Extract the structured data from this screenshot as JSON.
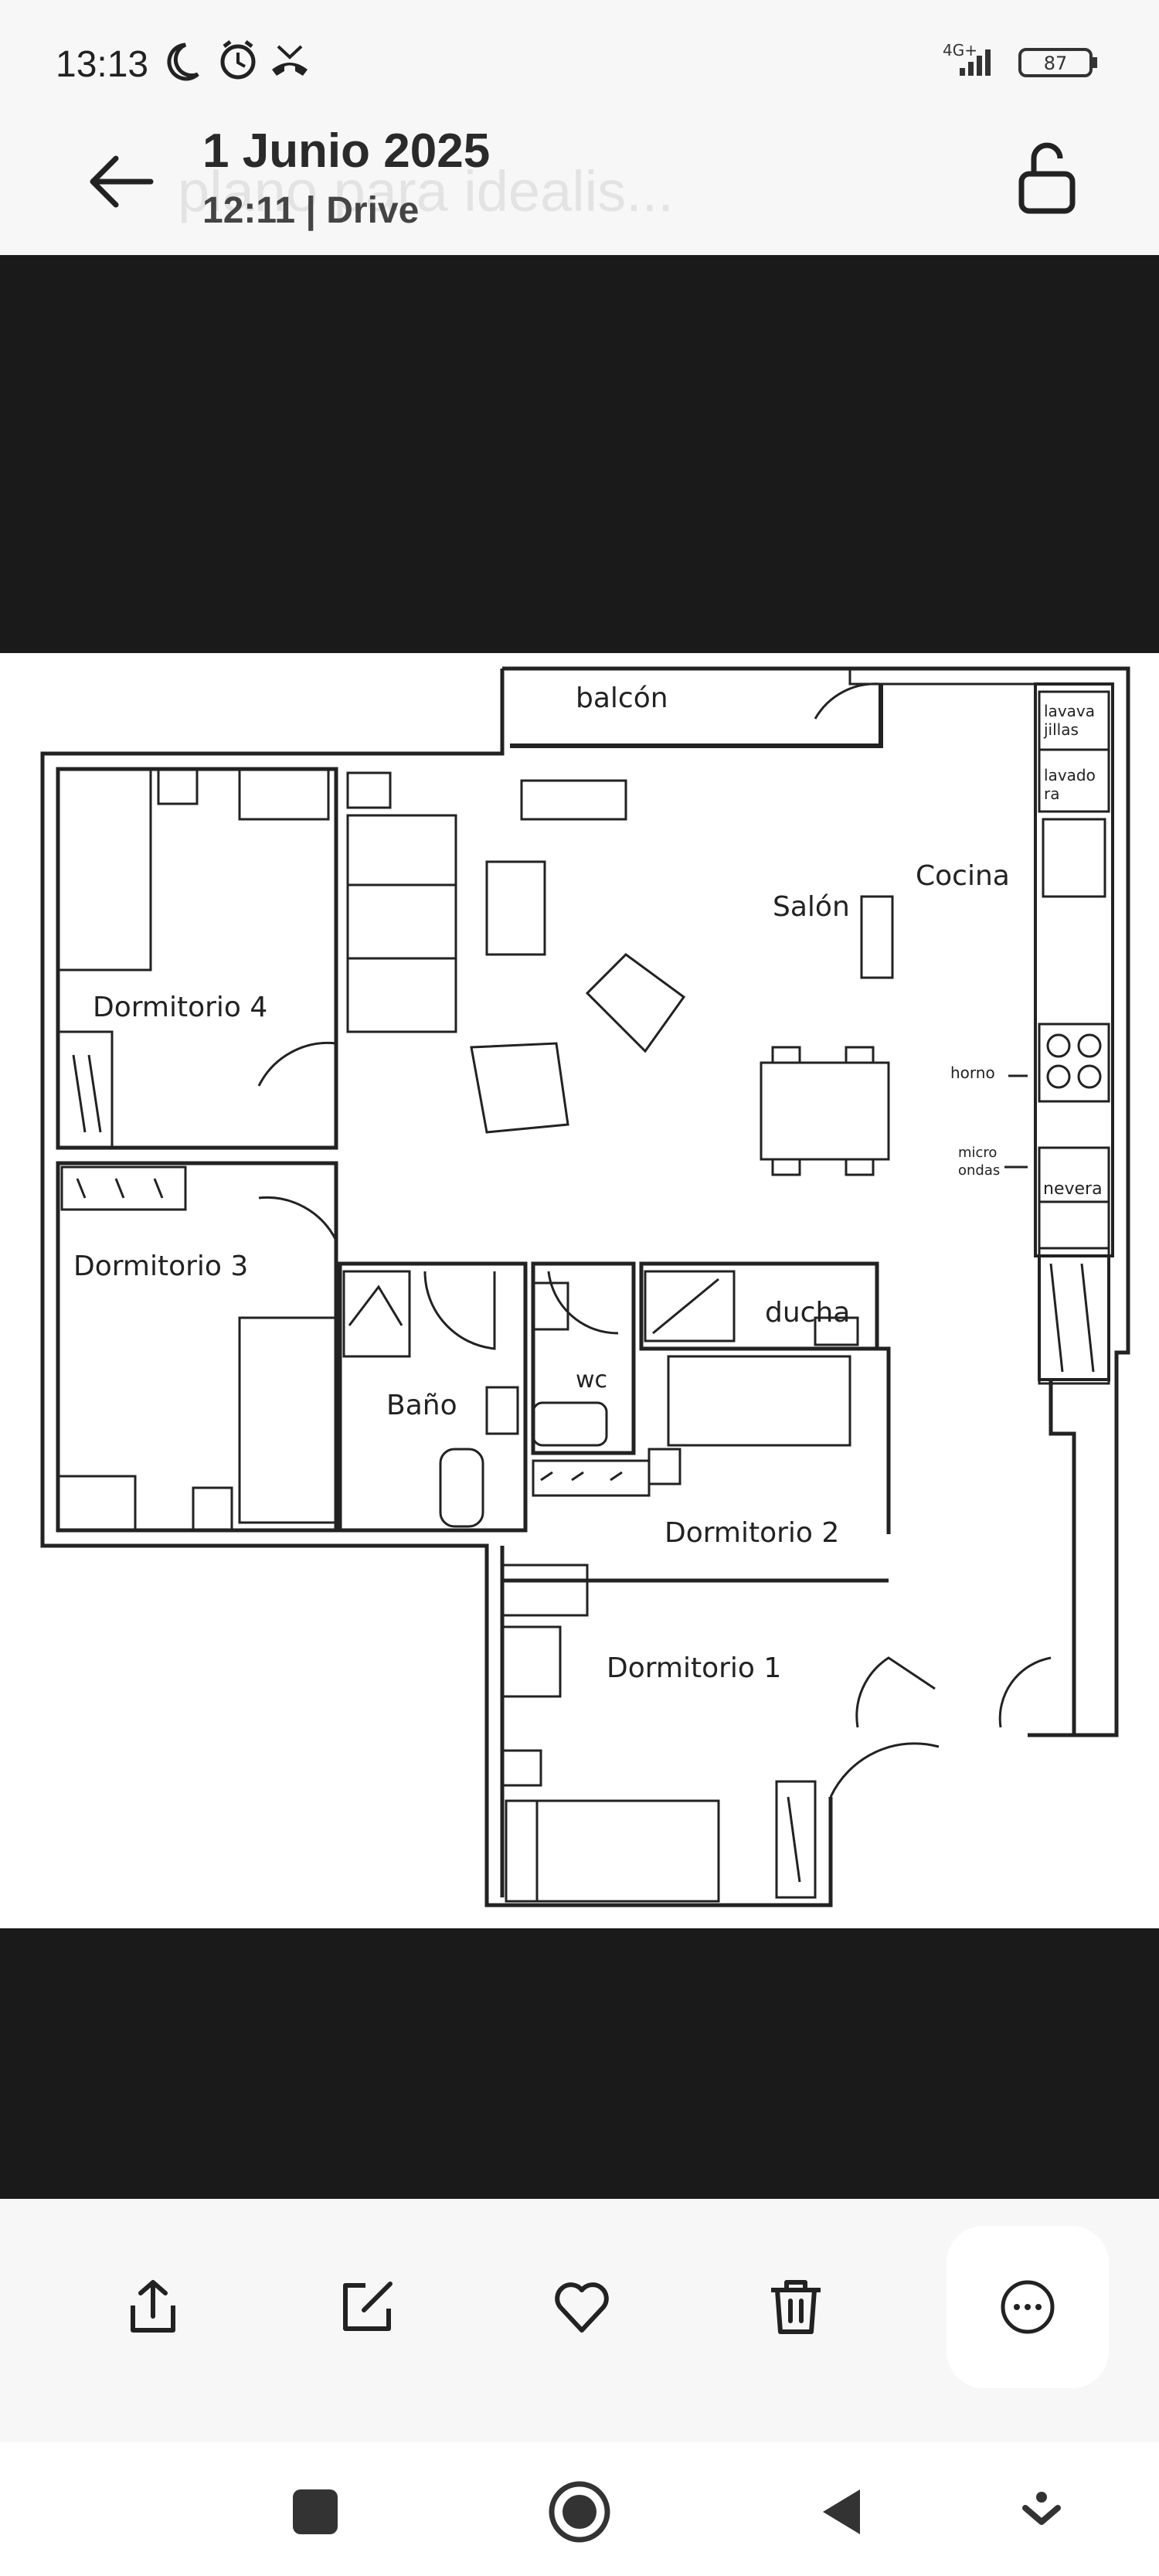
{
  "status_bar": {
    "time": "13:13",
    "network": "4G+",
    "battery": "87"
  },
  "header": {
    "title": "1 Junio 2025",
    "subtitle": "12:11 | Drive",
    "ghost_text": "plano para idealis..."
  },
  "floorplan": {
    "labels": {
      "balcon": "balcón",
      "cocina": "Cocina",
      "salon": "Salón",
      "dormitorio4": "Dormitorio 4",
      "dormitorio3": "Dormitorio 3",
      "dormitorio2": "Dormitorio 2",
      "dormitorio1": "Dormitorio 1",
      "bano": "Baño",
      "wc": "wc",
      "ducha": "ducha",
      "lavavajillas_1": "lavava",
      "lavavajillas_2": "jillas",
      "lavadora_1": "lavado",
      "lavadora_2": "ra",
      "horno": "horno",
      "microondas_1": "micro",
      "microondas_2": "ondas",
      "nevera": "nevera"
    }
  },
  "actions": [
    {
      "name": "share",
      "icon": "share-icon"
    },
    {
      "name": "edit",
      "icon": "edit-icon"
    },
    {
      "name": "favorite",
      "icon": "heart-icon"
    },
    {
      "name": "delete",
      "icon": "trash-icon"
    },
    {
      "name": "more",
      "icon": "more-icon"
    }
  ]
}
